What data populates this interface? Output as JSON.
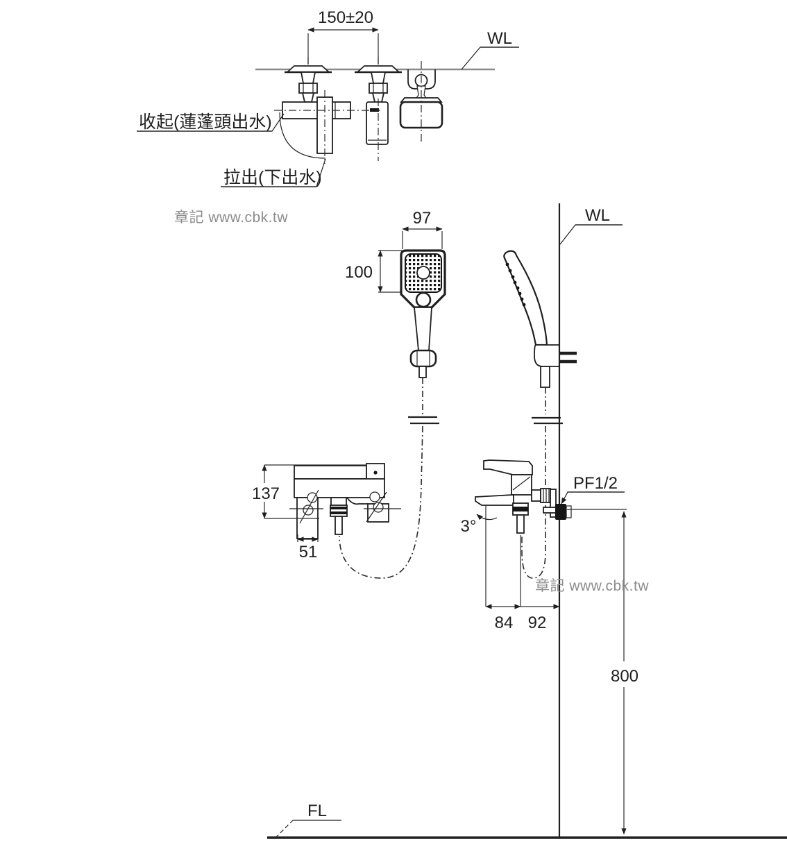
{
  "labels": {
    "wall_line": "WL",
    "floor_line": "FL",
    "thread_spec": "PF1/2",
    "stow_mode": "收起(蓮蓬頭出水)",
    "pull_mode": "拉出(下出水)"
  },
  "dimensions": {
    "inlet_spacing": "150±20",
    "head_width": "97",
    "head_face_height": "100",
    "body_height": "137",
    "shank_width": "51",
    "spout_tilt": "3°",
    "spout_offset": "84",
    "outlet_offset": "92",
    "install_height": "800"
  },
  "watermark": {
    "text": "章記 www.cbk.tw"
  },
  "colors": {
    "line": "#1f1f1f",
    "wall_line": "#8a8a8a",
    "wall_vertical": "#4a4a4a",
    "floor_line": "#9a9a9a",
    "watermark": "#8c8c8c",
    "background": "#ffffff"
  }
}
